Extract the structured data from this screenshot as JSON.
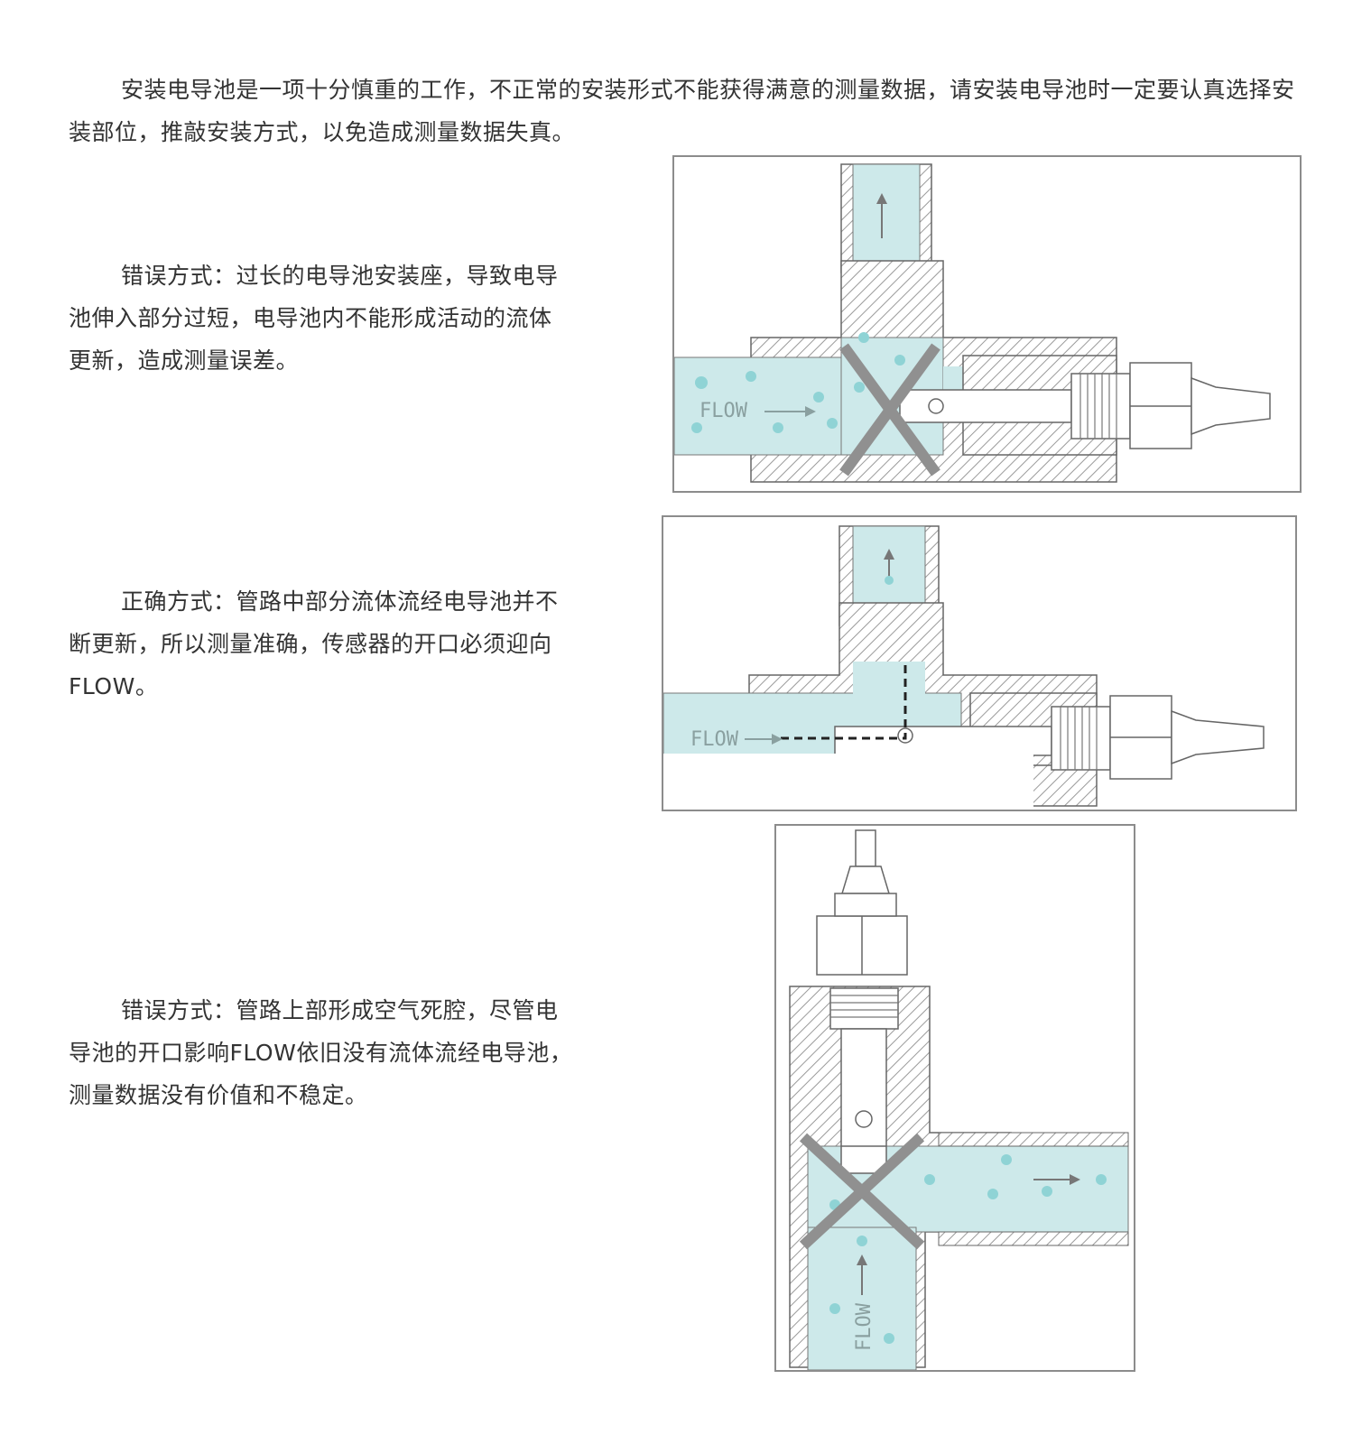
{
  "intro": "安装电导池是一项十分慎重的工作，不正常的安装形式不能获得满意的测量数据，请安装电导池时一定要认真选择安装部位，推敲安装方式，以免造成测量数据失真。",
  "notes": [
    {
      "text": "错误方式：过长的电导池安装座，导致电导池伸入部分过短，电导池内不能形成活动的流体更新，造成测量误差。"
    },
    {
      "text": "正确方式：管路中部分流体流经电导池并不断更新，所以测量准确，传感器的开口必须迎向FLOW。"
    },
    {
      "text": "错误方式：管路上部形成空气死腔，尽管电导池的开口影响FLOW依旧没有流体流经电导池，测量数据没有价值和不稳定。"
    }
  ],
  "figures": [
    {
      "flow_label": "FLOW",
      "cross_mark": true
    },
    {
      "flow_label": "FLOW",
      "cross_mark": false
    },
    {
      "flow_label": "FLOW",
      "cross_mark": true
    }
  ],
  "colors": {
    "water": "#cde9ea",
    "bubble": "#8fd3d5",
    "metal_hatch": "#9a9a9a",
    "cross": "#909090"
  }
}
